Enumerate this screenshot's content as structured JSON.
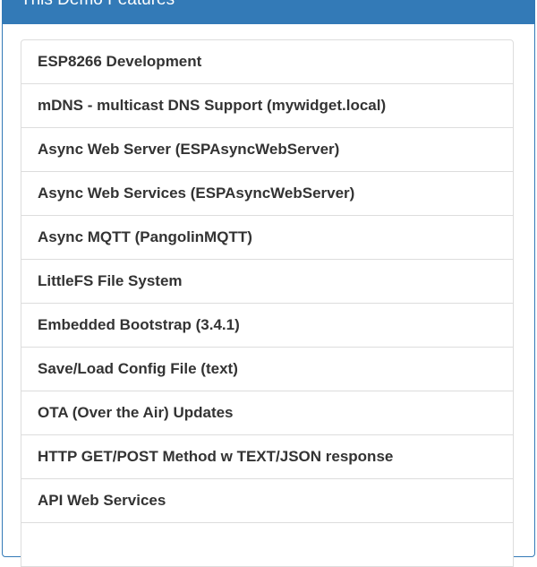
{
  "panel": {
    "title": "This Demo Features",
    "accent_color": "#337ab7",
    "items": [
      "ESP8266 Development",
      "mDNS - multicast DNS Support (mywidget.local)",
      "Async Web Server (ESPAsyncWebServer)",
      "Async Web Services (ESPAsyncWebServer)",
      "Async MQTT (PangolinMQTT)",
      "LittleFS File System",
      "Embedded Bootstrap (3.4.1)",
      "Save/Load Config File (text)",
      "OTA (Over the Air) Updates",
      "HTTP GET/POST Method w TEXT/JSON response",
      "API Web Services",
      ""
    ]
  }
}
